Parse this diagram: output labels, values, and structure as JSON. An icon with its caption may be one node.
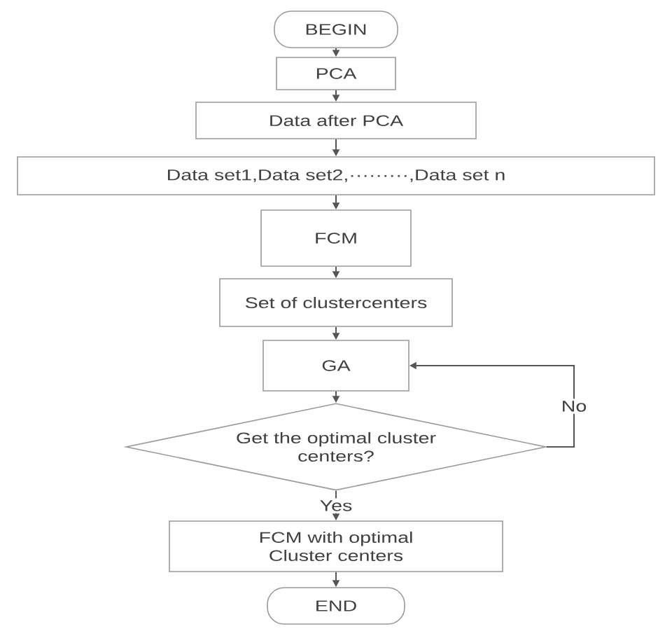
{
  "diagram": {
    "nodes": [
      {
        "text": [
          "BEGIN"
        ]
      },
      {
        "text": [
          "PCA"
        ]
      },
      {
        "text": [
          "Data after PCA"
        ]
      },
      {
        "text": [
          "Data set1,Data set2,·········,Data set n"
        ]
      },
      {
        "text": [
          "FCM"
        ]
      },
      {
        "text": [
          "Set of clustercenters"
        ]
      },
      {
        "text": [
          "GA"
        ]
      },
      {
        "text": [
          "Get the optimal cluster centers?"
        ]
      },
      {
        "text": [
          "FCM with optimal Cluster centers"
        ]
      },
      {
        "text": [
          "END"
        ]
      }
    ],
    "edges": [
      {
        "from": 0,
        "to": 1,
        "arrow": "to"
      },
      {
        "from": 1,
        "to": 2,
        "arrow": "to"
      },
      {
        "from": 2,
        "to": 3,
        "arrow": "to"
      },
      {
        "from": 3,
        "to": 4,
        "arrow": "to"
      },
      {
        "from": 4,
        "to": 5,
        "arrow": "to"
      },
      {
        "from": 5,
        "to": 6,
        "arrow": "to"
      },
      {
        "from": 6,
        "to": 7,
        "arrow": "to"
      },
      {
        "from": 7,
        "to": 6,
        "arrow": "to",
        "label": "No"
      },
      {
        "from": 7,
        "to": 8,
        "arrow": "to",
        "label": "Yes"
      },
      {
        "from": 8,
        "to": 9,
        "arrow": "to"
      }
    ]
  }
}
